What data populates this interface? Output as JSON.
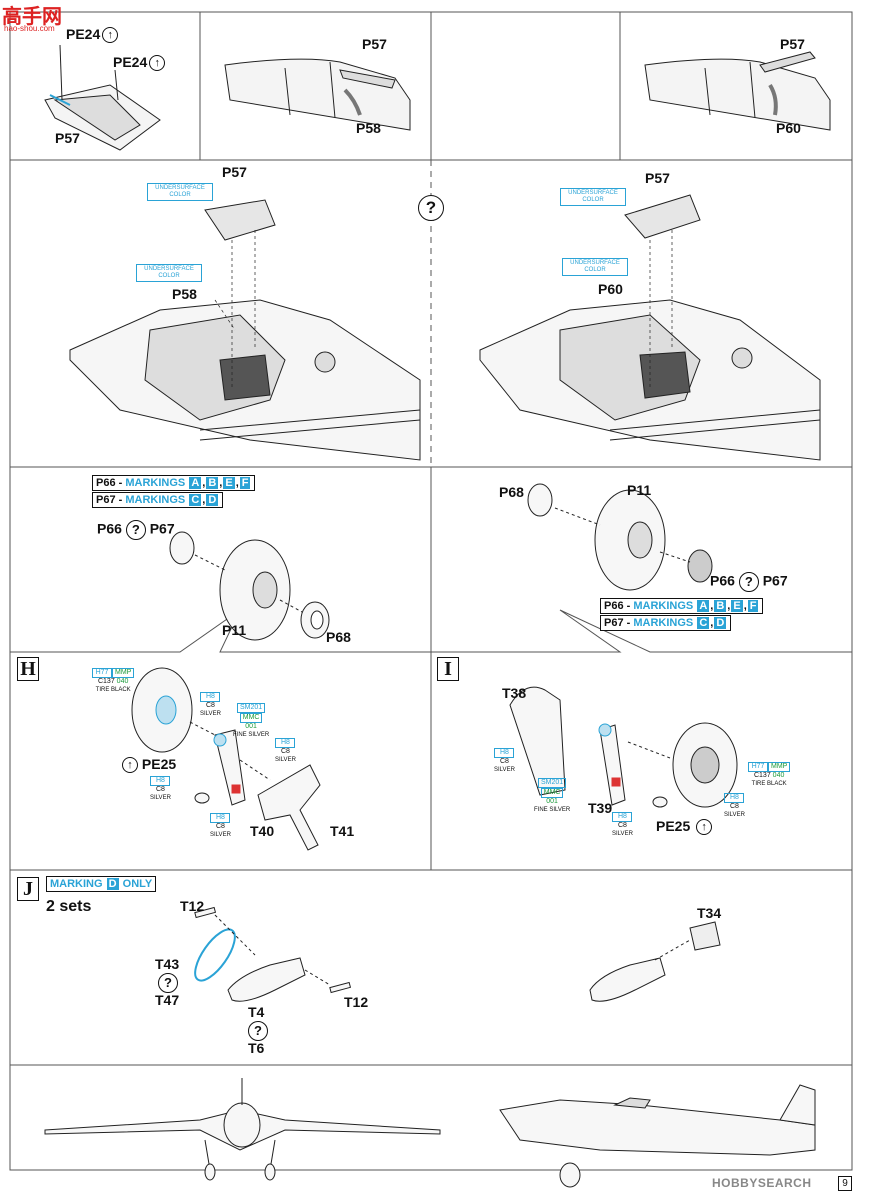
{
  "header": {
    "logo_text": "高手网",
    "logo_url": "hao-shou.com"
  },
  "footer": {
    "watermark": "HOBBYSEARCH",
    "page_number": "9"
  },
  "panels": {
    "top_left": {
      "part_pe24a": "PE24",
      "part_pe24b": "PE24",
      "part_p57": "P57"
    },
    "top_mid": {
      "part_p57": "P57",
      "part_p58": "P58"
    },
    "top_right": {
      "part_p57": "P57",
      "part_p60": "P60"
    },
    "assembly_left": {
      "part_p57": "P57",
      "part_p58": "P58",
      "color1": "UNDERSURFACE COLOR",
      "color2": "UNDERSURFACE COLOR"
    },
    "assembly_right": {
      "part_p57": "P57",
      "part_p60": "P60",
      "color1": "UNDERSURFACE COLOR",
      "color2": "UNDERSURFACE COLOR"
    },
    "option_mark": "?",
    "wheel_left": {
      "marking1_part": "P66",
      "marking1_text": "MARKINGS",
      "marking1_letters": [
        "A",
        "B",
        "E",
        "F"
      ],
      "marking2_part": "P67",
      "marking2_text": "MARKINGS",
      "marking2_letters": [
        "C",
        "D"
      ],
      "part_p66": "P66",
      "part_p67": "P67",
      "part_p11": "P11",
      "part_p68": "P68"
    },
    "wheel_right": {
      "part_p68": "P68",
      "part_p11": "P11",
      "part_p66": "P66",
      "part_p67": "P67",
      "marking1_part": "P66",
      "marking1_text": "MARKINGS",
      "marking1_letters": [
        "A",
        "B",
        "E",
        "F"
      ],
      "marking2_part": "P67",
      "marking2_text": "MARKINGS",
      "marking2_letters": [
        "C",
        "D"
      ]
    },
    "step_h": {
      "letter": "H",
      "tire_h": "H77",
      "tire_m": "MMP",
      "tire_c": "C137",
      "tire_m2": "040",
      "tire_name": "TIRE BLACK",
      "silver1_h": "H8",
      "silver1_c": "C8",
      "silver1_name": "SILVER",
      "fine_h": "SM201",
      "fine_m": "MMC",
      "fine_m2": "001",
      "fine_name": "FINE SILVER",
      "silver2_h": "H8",
      "silver2_c": "C8",
      "silver2_name": "SILVER",
      "silver3_h": "H8",
      "silver3_c": "C8",
      "silver3_name": "SILVER",
      "silver4_h": "H8",
      "silver4_c": "C8",
      "silver4_name": "SILVER",
      "part_pe25": "PE25",
      "part_t40": "T40",
      "part_t41": "T41"
    },
    "step_i": {
      "letter": "I",
      "part_t38": "T38",
      "silver1_h": "H8",
      "silver1_c": "C8",
      "silver1_name": "SILVER",
      "fine_h": "SM201",
      "fine_m": "MMC",
      "fine_m2": "001",
      "fine_name": "FINE SILVER",
      "tire_h": "H77",
      "tire_m": "MMP",
      "tire_c": "C137",
      "tire_m2": "040",
      "tire_name": "TIRE BLACK",
      "silver2_h": "H8",
      "silver2_c": "C8",
      "silver2_name": "SILVER",
      "silver3_h": "H8",
      "silver3_c": "C8",
      "silver3_name": "SILVER",
      "part_t39": "T39",
      "part_pe25": "PE25"
    },
    "step_j": {
      "letter": "J",
      "marking_text": "MARKING",
      "marking_letter": "D",
      "marking_only": "ONLY",
      "sets": "2 sets",
      "part_t12a": "T12",
      "part_t12b": "T12",
      "part_t43": "T43",
      "part_t47": "T47",
      "part_t4": "T4",
      "part_t6": "T6",
      "part_t34": "T34"
    }
  }
}
